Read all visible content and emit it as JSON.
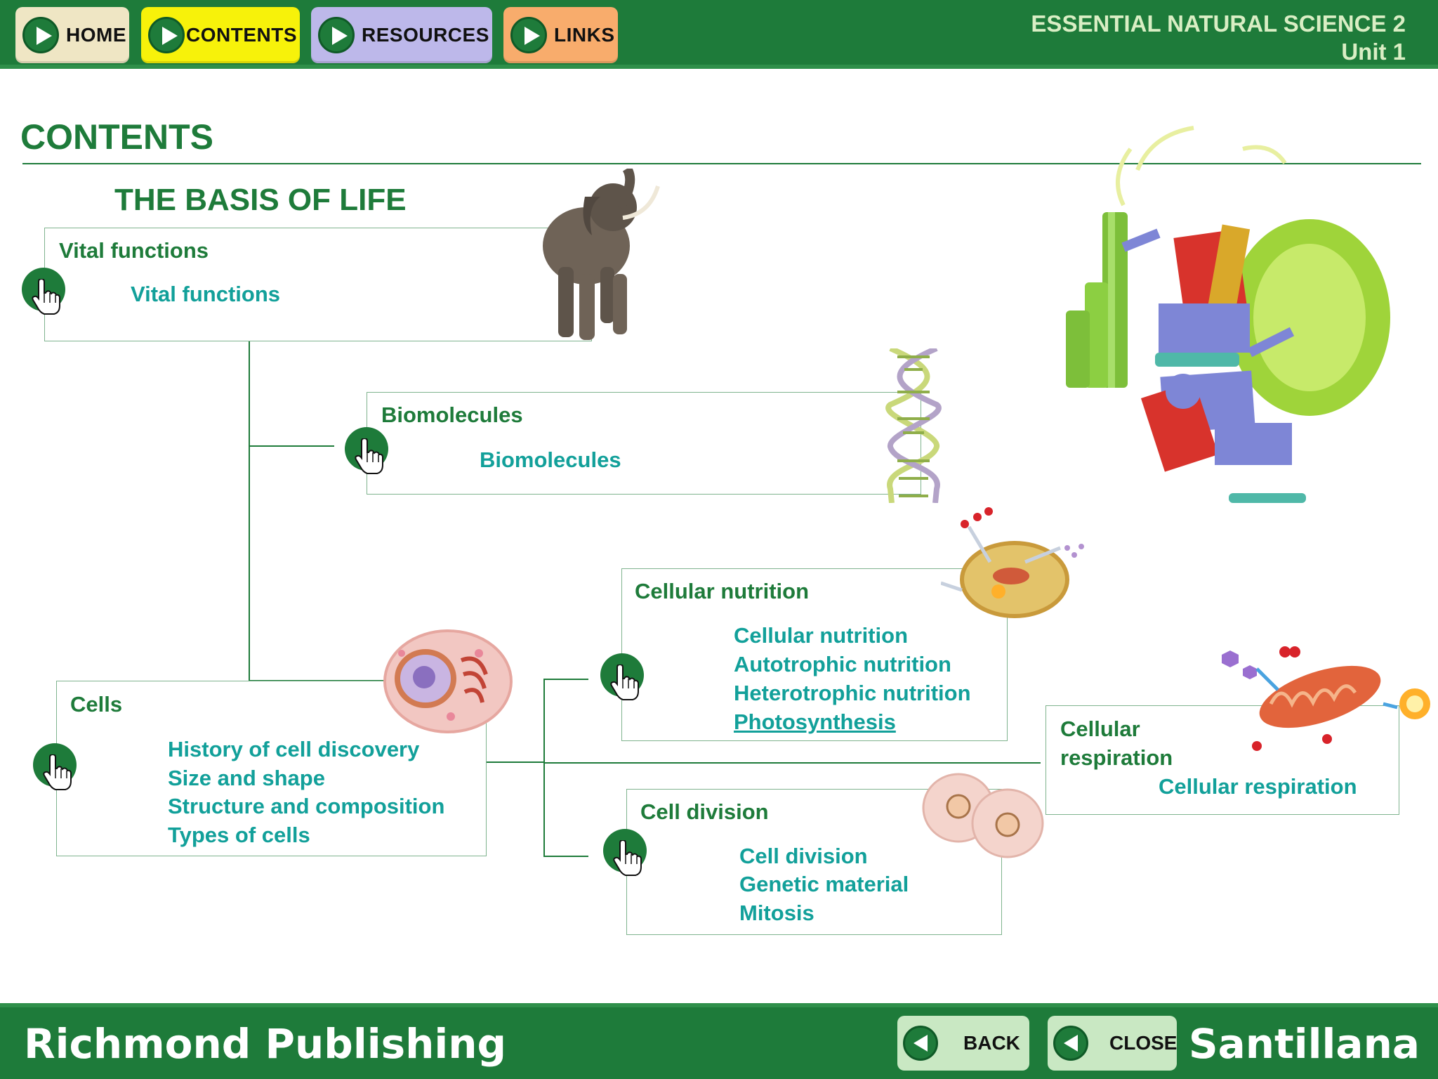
{
  "nav": {
    "home": "HOME",
    "contents": "CONTENTS",
    "resources": "RESOURCES",
    "links": "LINKS"
  },
  "book": {
    "title": "ESSENTIAL NATURAL SCIENCE 2",
    "unit": "Unit 1"
  },
  "page_title": "CONTENTS",
  "unit_title": "THE BASIS OF LIFE",
  "sections": {
    "vital": {
      "title": "Vital functions",
      "links": [
        "Vital functions"
      ]
    },
    "biomolecules": {
      "title": "Biomolecules",
      "links": [
        "Biomolecules"
      ]
    },
    "cells": {
      "title": "Cells",
      "links": [
        "History of cell discovery",
        "Size and shape",
        "Structure and composition",
        "Types of cells"
      ]
    },
    "nutrition": {
      "title": "Cellular nutrition",
      "links": [
        "Cellular nutrition",
        "Autotrophic nutrition",
        "Heterotrophic nutrition",
        "Photosynthesis"
      ]
    },
    "division": {
      "title": "Cell division",
      "links": [
        "Cell division",
        "Genetic material",
        "Mitosis"
      ]
    },
    "respiration": {
      "title_line1": "Cellular",
      "title_line2": "respiration",
      "links": [
        "Cellular respiration"
      ]
    }
  },
  "footer": {
    "publisher": "Richmond Publishing",
    "back": "BACK",
    "close": "CLOSE",
    "brand": "Santillana"
  },
  "colors": {
    "bar_green": "#1e7b3a",
    "link_teal": "#12a09a",
    "home_button": "#efe6c4",
    "contents_button": "#f7f20a",
    "resources_button": "#bdb8ea",
    "links_button": "#f8ac6c",
    "footer_button": "#c9e8c3"
  },
  "icons": [
    "play-icon",
    "hand-pointer-icon",
    "back-arrow-icon"
  ]
}
